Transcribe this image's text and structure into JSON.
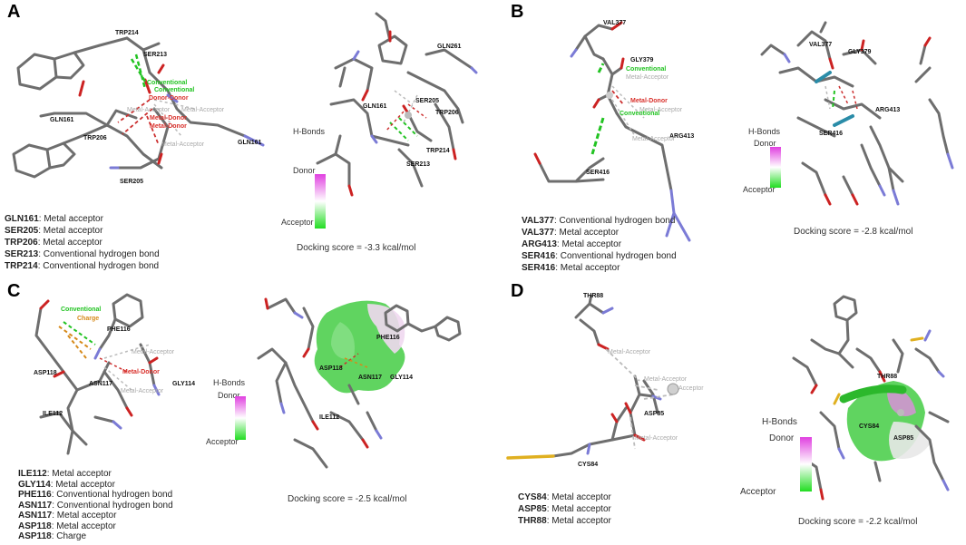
{
  "panels": {
    "A": {
      "letter": "A",
      "residue_labels": [
        "TRP214",
        "SER213",
        "GLN161",
        "TRP206",
        "SER205"
      ],
      "interaction_labels": {
        "conventional1": "Conventional",
        "conventional2": "Conventional",
        "donor_donor": "Donor-Donor",
        "metal_acceptor1": "Metal-Acceptor",
        "metal_acceptor2": "Metal-Acceptor",
        "metal_acceptor3": "Metal-Acceptor",
        "metal_donor1": "Metal-Donor",
        "metal_donor2": "Metal-Donor"
      },
      "right_labels": [
        "GLN261",
        "SER205",
        "TRP206",
        "GLN161",
        "SER213",
        "TRP214"
      ],
      "legend": {
        "title": "H-Bonds",
        "donor": "Donor",
        "acceptor": "Acceptor"
      },
      "score": "Docking score = -3.3 kcal/mol",
      "interactions": [
        {
          "res": "GLN161",
          "desc": ": Metal acceptor"
        },
        {
          "res": "SER205",
          "desc": ": Metal acceptor"
        },
        {
          "res": "TRP206",
          "desc": ": Metal acceptor"
        },
        {
          "res": "SER213",
          "desc": ": Conventional hydrogen bond"
        },
        {
          "res": "TRP214",
          "desc": ": Conventional hydrogen bond"
        }
      ]
    },
    "B": {
      "letter": "B",
      "residue_labels": [
        "VAL377",
        "GLY379",
        "ARG413",
        "SER416"
      ],
      "interaction_labels": {
        "conventional1": "Conventional",
        "conventional2": "Conventional",
        "metal_acceptor1": "Metal-Acceptor",
        "metal_acceptor2": "Metal-Acceptor",
        "metal_acceptor3": "Metal-Acceptor",
        "metal_donor": "Metal-Donor"
      },
      "right_labels": [
        "VAL377",
        "GLY379",
        "ARG413",
        "SER416"
      ],
      "legend": {
        "title": "H-Bonds",
        "donor": "Donor",
        "acceptor": "Acceptor"
      },
      "score": "Docking score = -2.8 kcal/mol",
      "interactions": [
        {
          "res": "VAL377",
          "desc": ": Conventional hydrogen bond"
        },
        {
          "res": "VAL377",
          "desc": ": Metal acceptor"
        },
        {
          "res": "ARG413",
          "desc": ": Metal acceptor"
        },
        {
          "res": "SER416",
          "desc": ": Conventional hydrogen bond"
        },
        {
          "res": "SER416",
          "desc": ": Metal acceptor"
        }
      ]
    },
    "C": {
      "letter": "C",
      "residue_labels": [
        "PHE116",
        "ASP118",
        "ASN117",
        "GLY114",
        "ILE112"
      ],
      "interaction_labels": {
        "conventional": "Conventional",
        "charge": "Charge",
        "metal_acceptor1": "Metal-Acceptor",
        "metal_acceptor2": "Metal-Acceptor",
        "metal_donor": "Metal-Donor"
      },
      "right_labels": [
        "PHE116",
        "ASP118",
        "ASN117",
        "GLY114",
        "ILE112"
      ],
      "legend": {
        "title": "H-Bonds",
        "donor": "Donor",
        "acceptor": "Acceptor"
      },
      "score": "Docking score = -2.5 kcal/mol",
      "interactions": [
        {
          "res": "ILE112",
          "desc": ": Metal acceptor"
        },
        {
          "res": "GLY114",
          "desc": ": Metal acceptor"
        },
        {
          "res": "PHE116",
          "desc": ": Conventional hydrogen bond"
        },
        {
          "res": "ASN117",
          "desc": ": Conventional hydrogen bond"
        },
        {
          "res": "ASN117",
          "desc": ": Metal acceptor"
        },
        {
          "res": "ASP118",
          "desc": ": Metal acceptor"
        },
        {
          "res": "ASP118",
          "desc": ": Charge"
        }
      ]
    },
    "D": {
      "letter": "D",
      "residue_labels": [
        "THR88",
        "ASP85",
        "CYS84"
      ],
      "interaction_labels": {
        "metal_acceptor1": "Metal-Acceptor",
        "metal_acceptor2": "Metal-Acceptor",
        "metal_acceptor3": "Metal-Acceptor",
        "acceptor": "Acceptor"
      },
      "right_labels": [
        "THR88",
        "CYS84",
        "ASP85"
      ],
      "legend": {
        "title": "H-Bonds",
        "donor": "Donor",
        "acceptor": "Acceptor"
      },
      "score": "Docking score = -2.2 kcal/mol",
      "interactions": [
        {
          "res": "CYS84",
          "desc": ": Metal acceptor"
        },
        {
          "res": "ASP85",
          "desc": ": Metal acceptor"
        },
        {
          "res": "THR88",
          "desc": ": Metal acceptor"
        }
      ]
    }
  },
  "colors": {
    "carbon": "#6e6e6e",
    "oxygen": "#cc2222",
    "nitrogen": "#7b7bd6",
    "sulfur": "#e0b020",
    "hbond": "#22c322",
    "metal": "#cc3030",
    "donor": "#e040e0",
    "acceptor": "#22dd22"
  }
}
